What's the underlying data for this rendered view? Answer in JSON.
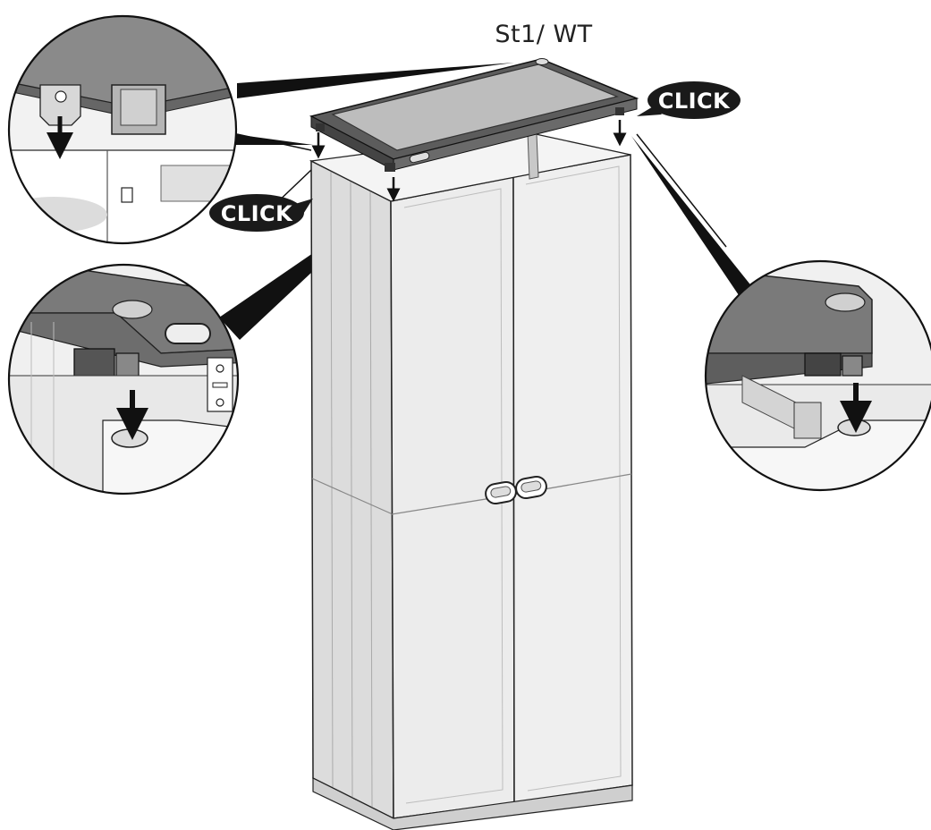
{
  "part_label": "St1/ WT",
  "click_labels": [
    "CLICK",
    "CLICK"
  ],
  "colors": {
    "panel_light": "#e9e9e9",
    "panel_mid": "#d6d6d6",
    "panel_dark": "#8a8a8a",
    "lid_dark": "#5c5c5c",
    "outline": "#1a1a1a",
    "badge": "#1a1a1a"
  },
  "icons": [
    "arrow-down-icon",
    "click-badge-icon",
    "zoom-callout-icon"
  ]
}
